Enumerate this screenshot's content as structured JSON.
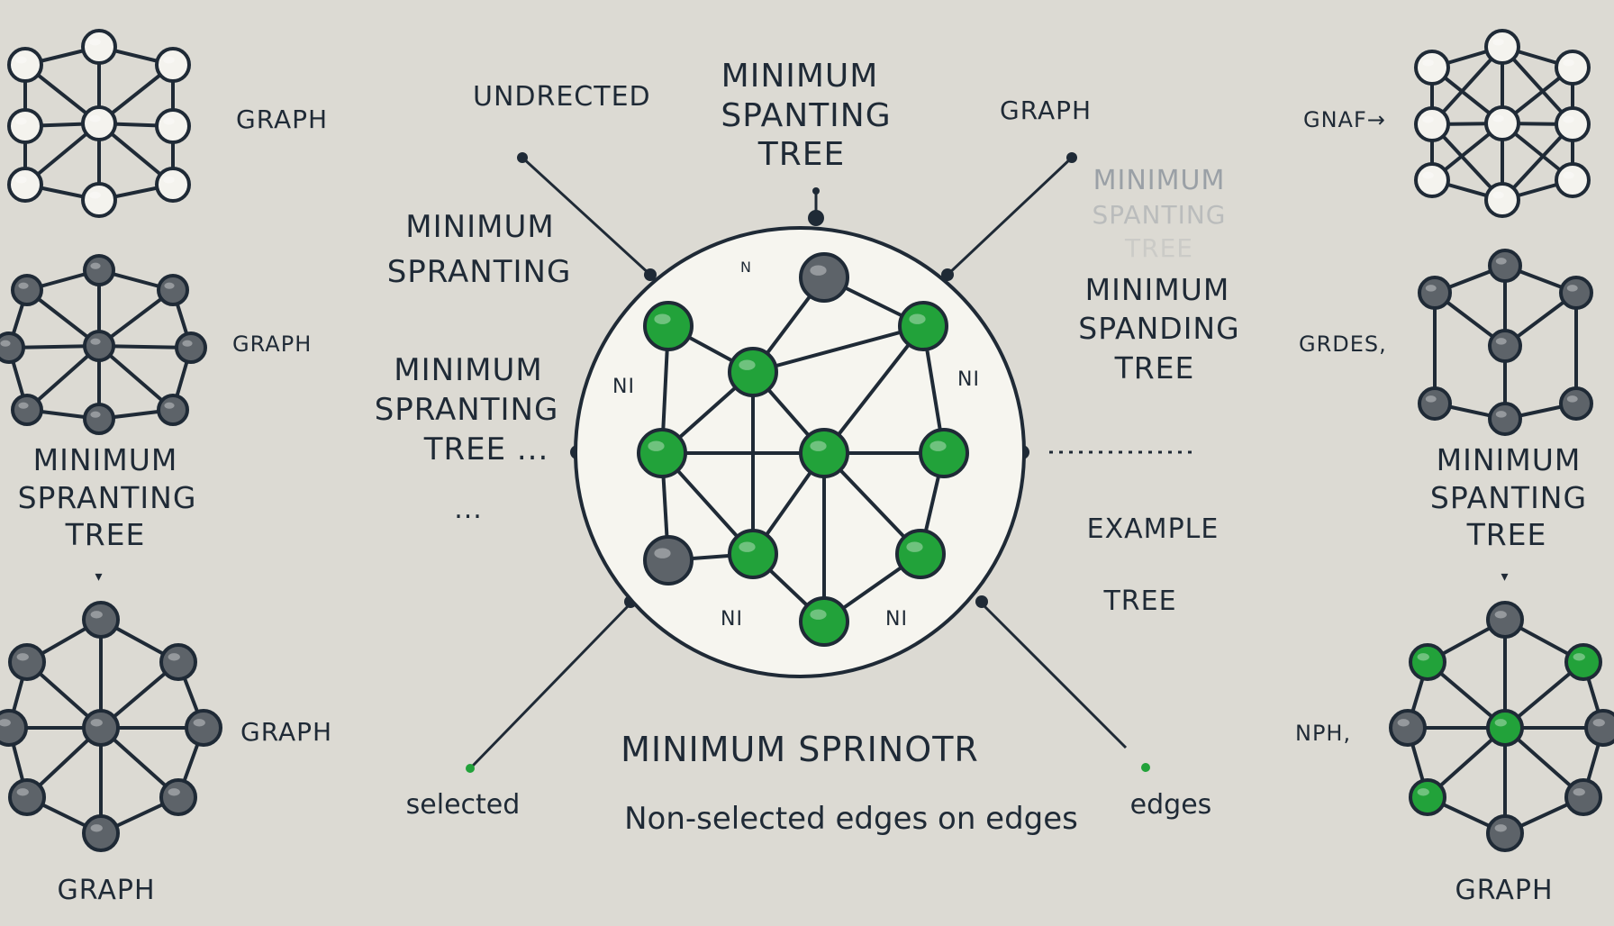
{
  "colors": {
    "background": "#dcdad3",
    "line": "#1f2a36",
    "node_white": "#f4f3ee",
    "node_gray": "#5d6369",
    "node_green": "#22a23a",
    "circle_fill": "#f6f5ef"
  },
  "labels": {
    "undirected": "UNDRECTED",
    "title_l1": "MINIMUM",
    "title_l2": "SPANTING",
    "title_l3": "TREE",
    "graph_top_right": "GRAPH",
    "left_mst_l1": "MINIMUM",
    "left_mst_l2": "SPRANTING",
    "left_mst2_l1": "MINIMUM",
    "left_mst2_l2": "SPRANTING",
    "left_mst2_l3": "TREE ...",
    "dots_small": "...",
    "right_faint_l1": "MINIMUM",
    "right_faint_l2": "SPANTING",
    "right_faint_l3": "TREE",
    "right_mst_l1": "MINIMUM",
    "right_mst_l2": "SPANDING",
    "right_mst_l3": "TREE",
    "example": "EXAMPLE",
    "tree": "TREE",
    "bottom_title": "MINIMUM SPRINOTR",
    "bottom_sub": "Non-selected edges on edges",
    "selected": "selected",
    "edges": "edges",
    "node_n_left": "NI",
    "node_n_right": "NI",
    "node_n_bottom_left": "NI",
    "node_n_bottom_right": "NI",
    "node_n_top": "N",
    "graph_l1": "GRAPH",
    "graph_l2": "GRAPH",
    "graph_l3": "GRAPH",
    "graph_bottom_left": "GRAPH",
    "left_mst3_l1": "MINIMUM",
    "left_mst3_l2": "SPRANTING",
    "left_mst3_l3": "TREE",
    "gnaf": "GNAF→",
    "grdes": "GRDES,",
    "nph": "NPH,",
    "right_mst3_l1": "MINIMUM",
    "right_mst3_l2": "SPANTING",
    "right_mst3_l3": "TREE",
    "graph_bottom_right": "GRAPH"
  }
}
